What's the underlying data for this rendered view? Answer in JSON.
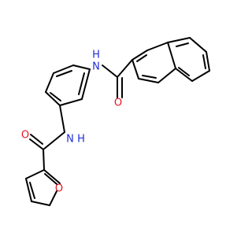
{
  "molecule": {
    "atom_labels": {
      "amide_n_top": "N",
      "amide_h_top": "H",
      "carbonyl_o_top": "O",
      "amide_n_bottom": "N",
      "amide_h_bottom": "H",
      "carbonyl_o_bottom": "O",
      "furan_o": "O"
    },
    "colors": {
      "bond": "#000000",
      "nitrogen": "#1f2ed6",
      "oxygen": "#e8141f"
    }
  }
}
